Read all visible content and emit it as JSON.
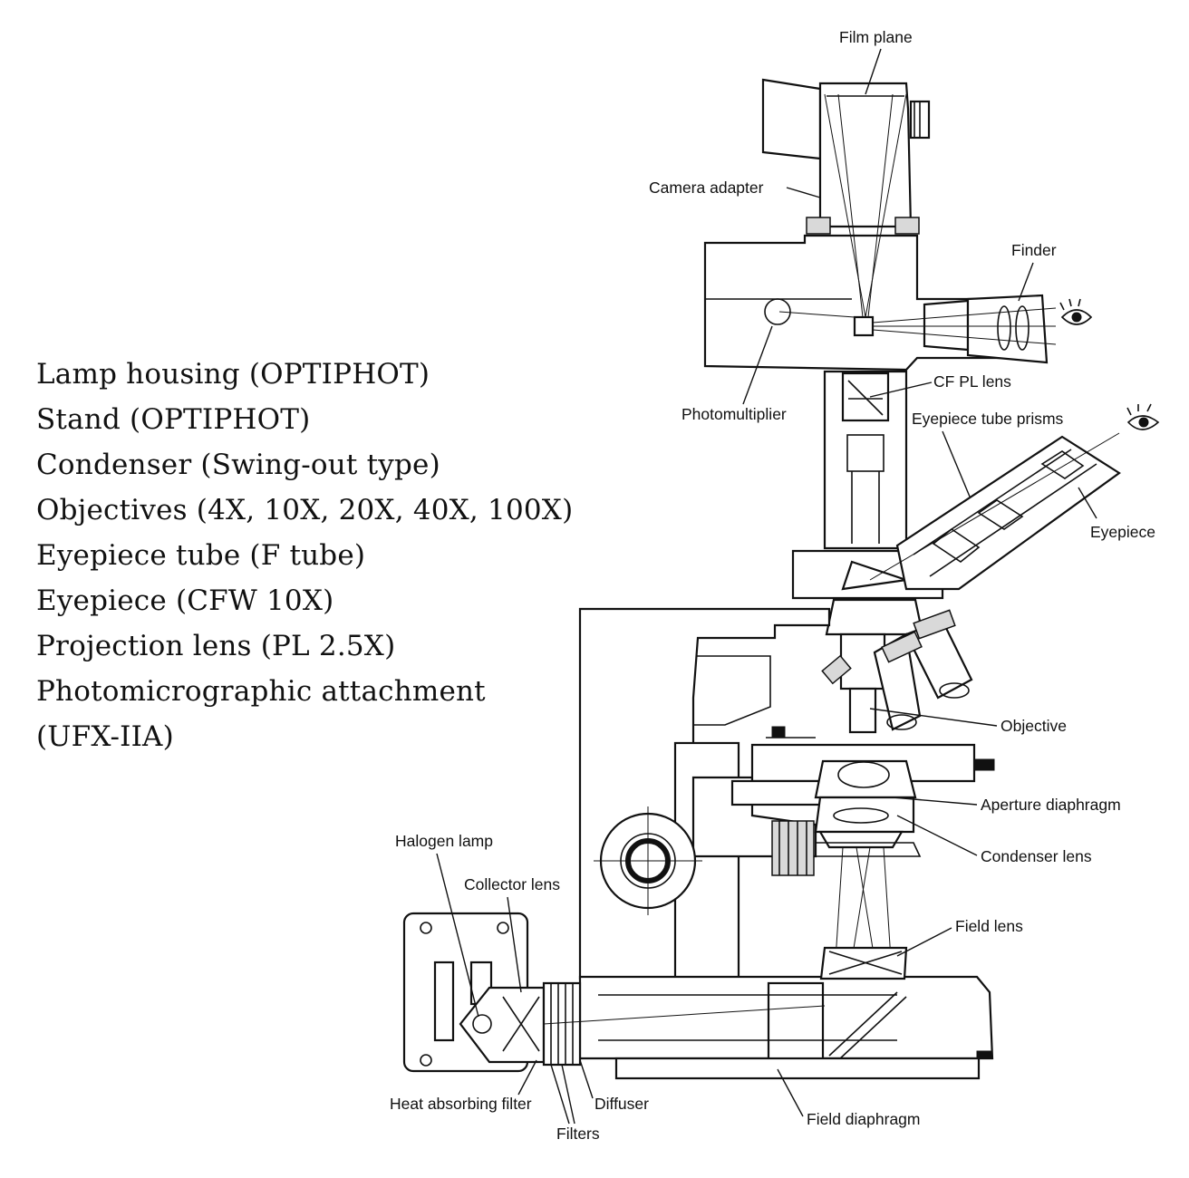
{
  "specifications": [
    "Lamp housing (OPTIPHOT)",
    "Stand (OPTIPHOT)",
    "Condenser (Swing-out type)",
    "Objectives (4X, 10X, 20X, 40X, 100X)",
    "Eyepiece tube (F tube)",
    "Eyepiece (CFW 10X)",
    "Projection lens (PL 2.5X)",
    "Photomicrographic attachment",
    "(UFX-IIA)"
  ],
  "labels": {
    "film_plane": "Film plane",
    "camera_adapter": "Camera adapter",
    "finder": "Finder",
    "photomultiplier": "Photomultiplier",
    "cf_pl_lens": "CF PL lens",
    "eyepiece_tube_prisms": "Eyepiece tube prisms",
    "eyepiece": "Eyepiece",
    "objective": "Objective",
    "aperture_diaphragm": "Aperture diaphragm",
    "condenser_lens": "Condenser lens",
    "halogen_lamp": "Halogen lamp",
    "collector_lens": "Collector lens",
    "field_lens": "Field lens",
    "heat_absorbing_filter": "Heat absorbing filter",
    "diffuser": "Diffuser",
    "filters": "Filters",
    "field_diaphragm": "Field diaphragm"
  }
}
